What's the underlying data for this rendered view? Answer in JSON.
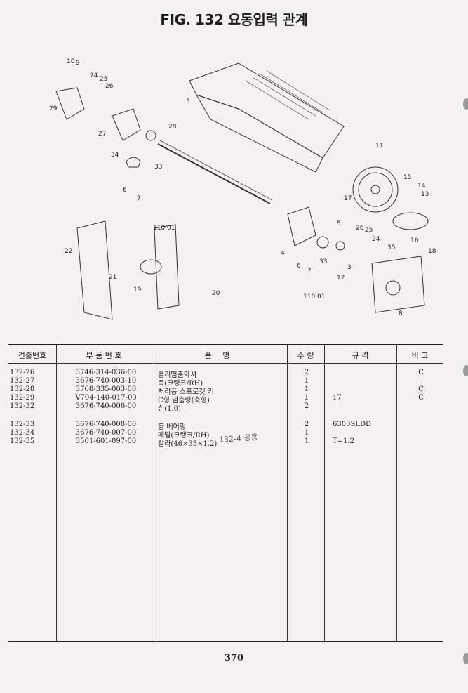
{
  "title": "FIG. 132 요동입력 관계",
  "diagram": {
    "callouts": [
      "10",
      "9",
      "24",
      "25",
      "26",
      "29",
      "27",
      "34",
      "5",
      "28",
      "33",
      "6",
      "7",
      "11",
      "15",
      "14",
      "13",
      "17",
      "16",
      "18",
      "22",
      "110·01",
      "21",
      "19",
      "20",
      "4",
      "6",
      "7",
      "33",
      "3",
      "5",
      "26",
      "25",
      "24",
      "12",
      "35",
      "110·01",
      "8"
    ]
  },
  "table": {
    "headers": [
      "견출번호",
      "부 품 번 호",
      "품 명",
      "수 량",
      "규 격",
      "비 고"
    ],
    "rows": [
      {
        "ref": "132-26",
        "part": "3746-314-036-00",
        "name": "풀리멈춤와셔",
        "qty": "2",
        "spec": "",
        "note": "C"
      },
      {
        "ref": "132-27",
        "part": "3676-740-003-10",
        "name": "축(크랭크/RH)",
        "qty": "1",
        "spec": "",
        "note": ""
      },
      {
        "ref": "132-28",
        "part": "3768-335-003-00",
        "name": "처리풍 스프로켓 키",
        "qty": "1",
        "spec": "",
        "note": "C"
      },
      {
        "ref": "132-29",
        "part": "V704-140-017-00",
        "name": "C형 멈춤링(축형)",
        "qty": "1",
        "spec": "17",
        "note": "C"
      },
      {
        "ref": "132-32",
        "part": "3676-740-006-00",
        "name": "심(1.0)",
        "qty": "2",
        "spec": "",
        "note": ""
      },
      {
        "ref": "132-33",
        "part": "3676-740-008-00",
        "name": "볼 베어링",
        "qty": "2",
        "spec": "6303SLDD",
        "note": ""
      },
      {
        "ref": "132-34",
        "part": "3676-740-007-00",
        "name": "메탈(크랭크/RH)",
        "qty": "1",
        "spec": "",
        "note": ""
      },
      {
        "ref": "132-35",
        "part": "3501-601-097-00",
        "name": "칼라(46×35×1.2)",
        "qty": "1",
        "spec": "T=1.2",
        "note": ""
      }
    ]
  },
  "handwritten_note": "132-4 공용",
  "page_number": "370"
}
